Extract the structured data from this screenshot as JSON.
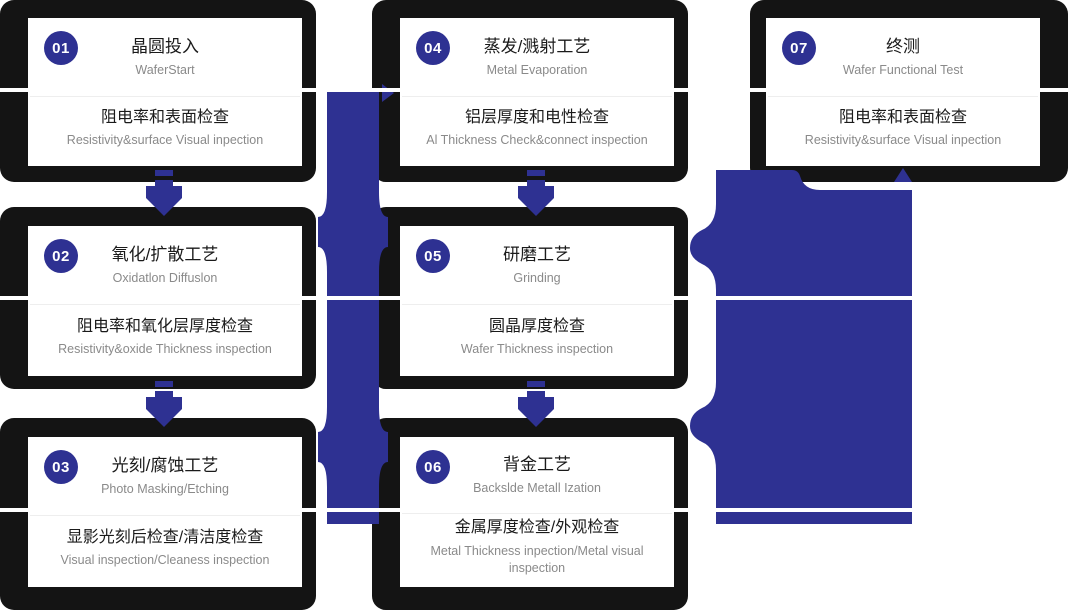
{
  "diagram": {
    "title": "Semiconductor Wafer Process Flow with Inspection Steps",
    "colors": {
      "accent": "#2e3192",
      "plate": "#141414",
      "card": "#ffffff",
      "title_text": "#1a1a1a",
      "sub_text": "#8a8a8a"
    },
    "steps": [
      {
        "number": "01",
        "title_cn": "晶圆投入",
        "title_en": "WaferStart",
        "inspect_cn": "阻电率和表面检查",
        "inspect_en": "Resistivity&surface Visual inpection"
      },
      {
        "number": "02",
        "title_cn": "氧化/扩散工艺",
        "title_en": "Oxidatlon Diffuslon",
        "inspect_cn": "阻电率和氧化层厚度检查",
        "inspect_en": "Resistivity&oxide Thickness inspection"
      },
      {
        "number": "03",
        "title_cn": "光刻/腐蚀工艺",
        "title_en": "Photo Masking/Etching",
        "inspect_cn": "显影光刻后检查/清洁度检查",
        "inspect_en": "Visual inspection/Cleaness inspection"
      },
      {
        "number": "04",
        "title_cn": "蒸发/溅射工艺",
        "title_en": "Metal Evaporation",
        "inspect_cn": "铝层厚度和电性检查",
        "inspect_en": "Al Thickness Check&connect inspection"
      },
      {
        "number": "05",
        "title_cn": "研磨工艺",
        "title_en": "Grinding",
        "inspect_cn": "圆晶厚度检查",
        "inspect_en": "Wafer Thickness inspection"
      },
      {
        "number": "06",
        "title_cn": "背金工艺",
        "title_en": "Backslde Metall Ization",
        "inspect_cn": "金属厚度检查/外观检查",
        "inspect_en": "Metal Thickness inpection/Metal visual inspection"
      },
      {
        "number": "07",
        "title_cn": "终测",
        "title_en": "Wafer Functional Test",
        "inspect_cn": "阻电率和表面检查",
        "inspect_en": "Resistivity&surface Visual inpection"
      }
    ],
    "connectors": [
      {
        "name": "arrow-01-to-02",
        "type": "down-arrow"
      },
      {
        "name": "arrow-02-to-03",
        "type": "down-arrow"
      },
      {
        "name": "arrow-03-to-04",
        "type": "ribbon-up-right"
      },
      {
        "name": "arrow-04-to-05",
        "type": "down-arrow"
      },
      {
        "name": "arrow-05-to-06",
        "type": "down-arrow"
      },
      {
        "name": "arrow-06-to-07",
        "type": "ribbon-up-right"
      }
    ]
  }
}
